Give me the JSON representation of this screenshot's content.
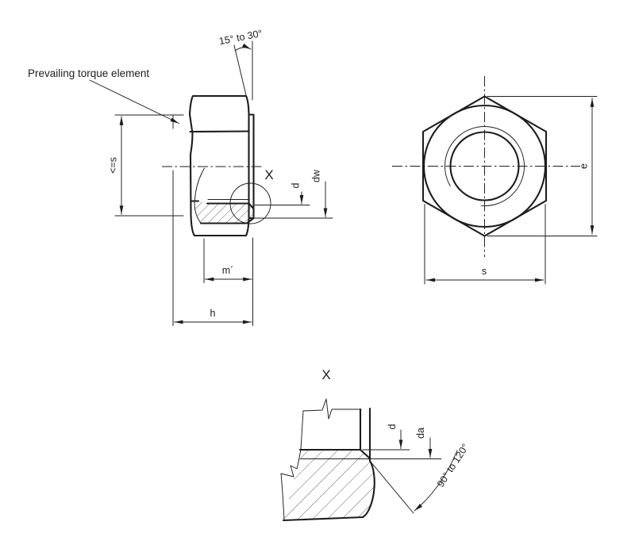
{
  "drawing": {
    "labels": {
      "prevailing_torque": "Prevailing torque element",
      "top_chamfer_angle": "15° to 30°",
      "countersink_angle": "90° to 120°",
      "detail_ref": "X"
    },
    "dimensions": {
      "s_max": "<=s",
      "d": "d",
      "dw": "dw",
      "m_eff": "m´",
      "h": "h",
      "e": "e",
      "s": "s",
      "da": "da"
    },
    "colors": {
      "line": "#1d1d1d",
      "background": "#ffffff"
    }
  }
}
